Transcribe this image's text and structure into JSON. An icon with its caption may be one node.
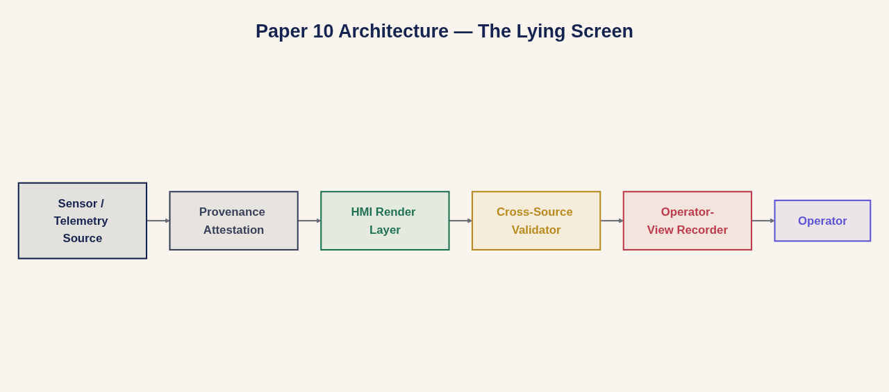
{
  "diagram": {
    "title": "Paper 10 Architecture — The Lying Screen",
    "nodes": [
      {
        "text": [
          "Sensor / Telemetry Source"
        ]
      },
      {
        "text": [
          "Provenance Attestation"
        ]
      },
      {
        "text": [
          "HMI Render Layer"
        ]
      },
      {
        "text": [
          "Cross-Source Validator"
        ]
      },
      {
        "text": [
          "Operator-View Recorder"
        ]
      },
      {
        "text": [
          "Operator"
        ]
      }
    ],
    "edges": [
      {
        "from": 0,
        "to": 1,
        "arrow": "to"
      },
      {
        "from": 1,
        "to": 2,
        "arrow": "to"
      },
      {
        "from": 2,
        "to": 3,
        "arrow": "to"
      },
      {
        "from": 3,
        "to": 4,
        "arrow": "to"
      },
      {
        "from": 4,
        "to": 5,
        "arrow": "to"
      }
    ]
  }
}
